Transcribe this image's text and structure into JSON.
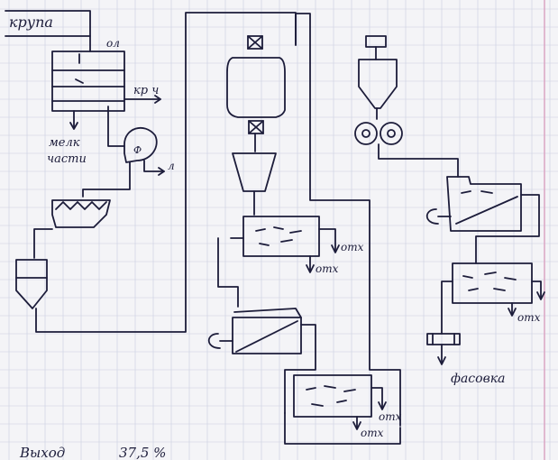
{
  "labels": {
    "input": "крупа",
    "sieve_top": "ол",
    "fraction_right": "кр ч",
    "metal_parts_1": "мелк",
    "metal_parts_2": "части",
    "cyclone_out": "л",
    "otk_1": "отх",
    "otk_2": "отх",
    "otk_3": "отх",
    "otk_4": "отх",
    "otk_5": "отх",
    "packing": "фасовка",
    "footer_left": "Выход",
    "footer_value": "37,5 %"
  },
  "colors": {
    "paper": "#f4f4f7",
    "ink": "#1c1c3a",
    "grid": "#c9cde0",
    "margin_line": "#d9a0c0"
  }
}
